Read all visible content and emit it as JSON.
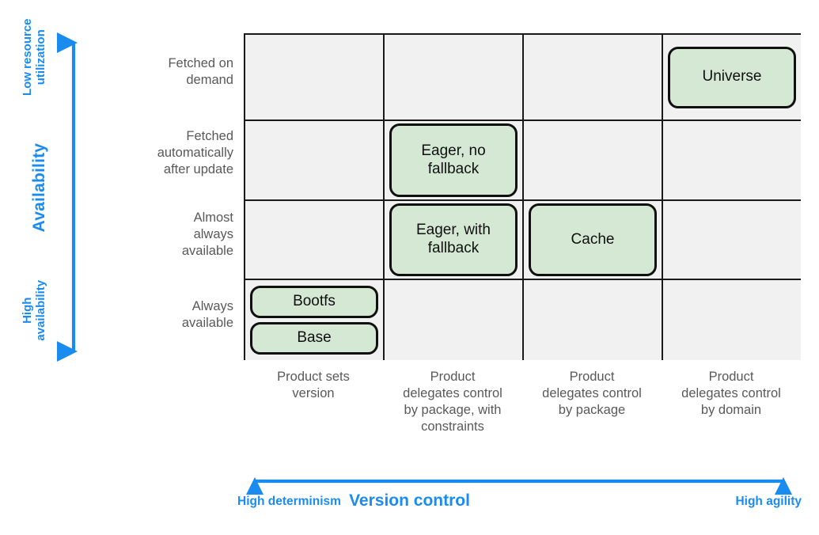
{
  "chart_data": {
    "type": "table",
    "title": "",
    "xlabel": "Version control",
    "ylabel": "Availability",
    "x_axis": {
      "title": "Version control",
      "left_label": "High determinism",
      "right_label": "High agility",
      "arrow": "double-headed-horizontal-arrow",
      "color": "#1a8cf0"
    },
    "y_axis": {
      "title": "Availability",
      "top_label": "Low resource\nutilization",
      "bottom_label": "High\navailability",
      "arrow": "double-headed-vertical-arrow",
      "color": "#1a8cf0"
    },
    "categories": [
      "Product sets version",
      "Product delegates control by package, with constraints",
      "Product delegates control by package",
      "Product delegates control by domain"
    ],
    "rows": [
      "Fetched on demand",
      "Fetched automatically after update",
      "Almost always available",
      "Always available"
    ],
    "placements": [
      {
        "row": "Fetched on demand",
        "column": "Product delegates control by domain",
        "items": [
          "Universe"
        ]
      },
      {
        "row": "Fetched automatically after update",
        "column": "Product delegates control by package, with constraints",
        "items": [
          "Eager, no fallback"
        ]
      },
      {
        "row": "Almost always available",
        "column": "Product delegates control by package, with constraints",
        "items": [
          "Eager, with fallback"
        ]
      },
      {
        "row": "Almost always available",
        "column": "Product delegates control by package",
        "items": [
          "Cache"
        ]
      },
      {
        "row": "Always available",
        "column": "Product sets version",
        "items": [
          "Bootfs",
          "Base"
        ]
      }
    ],
    "node_fill": "#d5e8d4",
    "node_stroke": "#101010",
    "cell_fill": "#f1f1f1",
    "grid": true,
    "legend": "none"
  },
  "y_axis": {
    "top_label": "Low resource\nutilization",
    "title": "Availability",
    "bottom_label": "High\navailability"
  },
  "rows": [
    {
      "label": "Fetched on\ndemand"
    },
    {
      "label": "Fetched\nautomatically\nafter update"
    },
    {
      "label": "Almost\nalways\navailable"
    },
    {
      "label": "Always\navailable"
    }
  ],
  "columns": [
    {
      "label": "Product sets\nversion"
    },
    {
      "label": "Product\ndelegates control\nby package, with\nconstraints"
    },
    {
      "label": "Product\ndelegates control\nby package"
    },
    {
      "label": "Product\ndelegates control\nby domain"
    }
  ],
  "cells": {
    "r0c0": [],
    "r0c1": [],
    "r0c2": [],
    "r0c3": [
      "Universe"
    ],
    "r1c0": [],
    "r1c1": [
      "Eager, no\nfallback"
    ],
    "r1c2": [],
    "r1c3": [],
    "r2c0": [],
    "r2c1": [
      "Eager, with\nfallback"
    ],
    "r2c2": [
      "Cache"
    ],
    "r2c3": [],
    "r3c0": [
      "Bootfs",
      "Base"
    ],
    "r3c1": [],
    "r3c2": [],
    "r3c3": []
  },
  "nodes": {
    "universe": "Universe",
    "eager_no_fallback": "Eager, no\nfallback",
    "eager_with_fallback": "Eager, with\nfallback",
    "cache": "Cache",
    "bootfs": "Bootfs",
    "base": "Base"
  },
  "x_axis": {
    "title": "Version control",
    "left_label": "High determinism",
    "right_label": "High agility"
  },
  "colors": {
    "accent_blue": "#1a8cf0",
    "node_fill": "#d5e8d4",
    "node_border": "#101010",
    "cell_fill": "#f1f1f1",
    "label_gray": "#595959"
  }
}
